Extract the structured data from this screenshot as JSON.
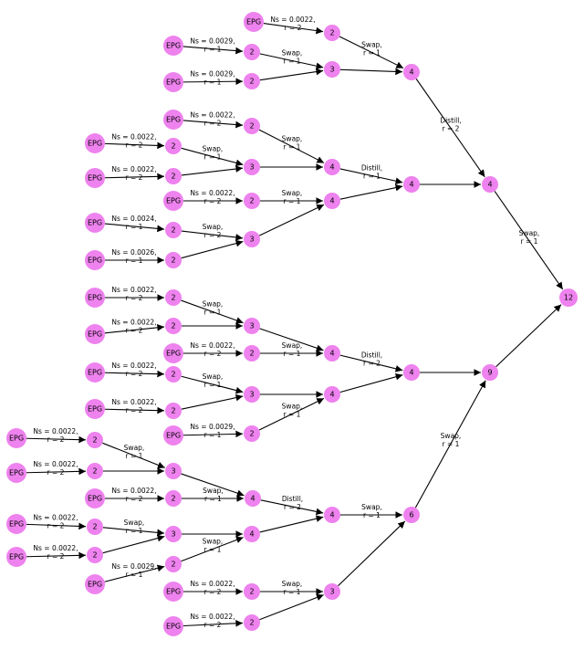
{
  "diagram": {
    "node_color": "#ee82ee",
    "nodes": [
      {
        "id": "e1",
        "label": "EPG"
      },
      {
        "id": "a1",
        "label": "2"
      },
      {
        "id": "e2",
        "label": "EPG"
      },
      {
        "id": "a2",
        "label": "2"
      },
      {
        "id": "e3",
        "label": "EPG"
      },
      {
        "id": "a3",
        "label": "2"
      },
      {
        "id": "b1",
        "label": "3"
      },
      {
        "id": "c1",
        "label": "4"
      },
      {
        "id": "e4",
        "label": "EPG"
      },
      {
        "id": "a4",
        "label": "2"
      },
      {
        "id": "e5",
        "label": "EPG"
      },
      {
        "id": "a5",
        "label": "2"
      },
      {
        "id": "e6",
        "label": "EPG"
      },
      {
        "id": "a6",
        "label": "2"
      },
      {
        "id": "b2",
        "label": "3"
      },
      {
        "id": "c2",
        "label": "4"
      },
      {
        "id": "e7",
        "label": "EPG"
      },
      {
        "id": "a7",
        "label": "2"
      },
      {
        "id": "e8",
        "label": "EPG"
      },
      {
        "id": "a8",
        "label": "2"
      },
      {
        "id": "e9",
        "label": "EPG"
      },
      {
        "id": "a9",
        "label": "2"
      },
      {
        "id": "b3",
        "label": "3"
      },
      {
        "id": "c3",
        "label": "4"
      },
      {
        "id": "d1",
        "label": "4"
      },
      {
        "id": "f1",
        "label": "4"
      },
      {
        "id": "e10",
        "label": "EPG"
      },
      {
        "id": "a10",
        "label": "2"
      },
      {
        "id": "e11",
        "label": "EPG"
      },
      {
        "id": "a11",
        "label": "2"
      },
      {
        "id": "b4",
        "label": "3"
      },
      {
        "id": "e12",
        "label": "EPG"
      },
      {
        "id": "a12",
        "label": "2"
      },
      {
        "id": "c4",
        "label": "4"
      },
      {
        "id": "e13",
        "label": "EPG"
      },
      {
        "id": "a13",
        "label": "2"
      },
      {
        "id": "e14",
        "label": "EPG"
      },
      {
        "id": "a14",
        "label": "2"
      },
      {
        "id": "b5",
        "label": "3"
      },
      {
        "id": "e15",
        "label": "EPG"
      },
      {
        "id": "a15",
        "label": "2"
      },
      {
        "id": "c5",
        "label": "4"
      },
      {
        "id": "d2",
        "label": "4"
      },
      {
        "id": "g2",
        "label": "9"
      },
      {
        "id": "e16",
        "label": "EPG"
      },
      {
        "id": "a16",
        "label": "2"
      },
      {
        "id": "e17",
        "label": "EPG"
      },
      {
        "id": "a17",
        "label": "2"
      },
      {
        "id": "b6",
        "label": "3"
      },
      {
        "id": "e18",
        "label": "EPG"
      },
      {
        "id": "a18",
        "label": "2"
      },
      {
        "id": "c6",
        "label": "4"
      },
      {
        "id": "e19",
        "label": "EPG"
      },
      {
        "id": "a19",
        "label": "2"
      },
      {
        "id": "e20",
        "label": "EPG"
      },
      {
        "id": "a20",
        "label": "2"
      },
      {
        "id": "b7",
        "label": "3"
      },
      {
        "id": "e21",
        "label": "EPG"
      },
      {
        "id": "a21",
        "label": "2"
      },
      {
        "id": "c7",
        "label": "4"
      },
      {
        "id": "d3",
        "label": "4"
      },
      {
        "id": "e22",
        "label": "EPG"
      },
      {
        "id": "a22",
        "label": "2"
      },
      {
        "id": "e23",
        "label": "EPG"
      },
      {
        "id": "a23",
        "label": "2"
      },
      {
        "id": "b8",
        "label": "3"
      },
      {
        "id": "g1",
        "label": "6"
      },
      {
        "id": "root",
        "label": "12"
      }
    ],
    "edges": [
      {
        "from": "e1",
        "to": "a1",
        "label": [
          "Ns = 0.0022,",
          "r = 2"
        ]
      },
      {
        "from": "e2",
        "to": "a2",
        "label": [
          "Ns = 0.0029,",
          "r = 1"
        ]
      },
      {
        "from": "e3",
        "to": "a3",
        "label": [
          "Ns = 0.0029,",
          "r = 1"
        ]
      },
      {
        "from": "a2",
        "to": "b1",
        "label": [
          "Swap,",
          "r = 1"
        ]
      },
      {
        "from": "a3",
        "to": "b1"
      },
      {
        "from": "a1",
        "to": "c1",
        "label": [
          "Swap,",
          "r = 1"
        ]
      },
      {
        "from": "b1",
        "to": "c1"
      },
      {
        "from": "e4",
        "to": "a4",
        "label": [
          "Ns = 0.0022,",
          "r = 2"
        ]
      },
      {
        "from": "e5",
        "to": "a5",
        "label": [
          "Ns = 0.0022,",
          "r = 2"
        ]
      },
      {
        "from": "e6",
        "to": "a6",
        "label": [
          "Ns = 0.0022,",
          "r = 2"
        ]
      },
      {
        "from": "a5",
        "to": "b2",
        "label": [
          "Swap,",
          "r = 1"
        ]
      },
      {
        "from": "a6",
        "to": "b2"
      },
      {
        "from": "a4",
        "to": "c2",
        "label": [
          "Swap,",
          "r = 1"
        ]
      },
      {
        "from": "b2",
        "to": "c2"
      },
      {
        "from": "e7",
        "to": "a7",
        "label": [
          "Ns = 0.0022,",
          "r = 2"
        ]
      },
      {
        "from": "e8",
        "to": "a8",
        "label": [
          "Ns = 0.0024,",
          "r = 1"
        ]
      },
      {
        "from": "e9",
        "to": "a9",
        "label": [
          "Ns = 0.0026,",
          "r = 1"
        ]
      },
      {
        "from": "a8",
        "to": "b3",
        "label": [
          "Swap,",
          "r = 2"
        ]
      },
      {
        "from": "a9",
        "to": "b3"
      },
      {
        "from": "a7",
        "to": "c3",
        "label": [
          "Swap,",
          "r = 1"
        ]
      },
      {
        "from": "b3",
        "to": "c3"
      },
      {
        "from": "c2",
        "to": "d1",
        "label": [
          "Distill,",
          "r = 1"
        ]
      },
      {
        "from": "c3",
        "to": "d1"
      },
      {
        "from": "d1",
        "to": "f1"
      },
      {
        "from": "c1",
        "to": "f1",
        "label": [
          "Distill,",
          "r = 2"
        ]
      },
      {
        "from": "e10",
        "to": "a10",
        "label": [
          "Ns = 0.0022,",
          "r = 2"
        ]
      },
      {
        "from": "e11",
        "to": "a11",
        "label": [
          "Ns = 0.0022,",
          "r = 2"
        ]
      },
      {
        "from": "a10",
        "to": "b4",
        "label": [
          "Swap,",
          "r = 1"
        ]
      },
      {
        "from": "a11",
        "to": "b4"
      },
      {
        "from": "e12",
        "to": "a12",
        "label": [
          "Ns = 0.0022,",
          "r = 2"
        ]
      },
      {
        "from": "a12",
        "to": "c4",
        "label": [
          "Swap,",
          "r = 1"
        ]
      },
      {
        "from": "b4",
        "to": "c4"
      },
      {
        "from": "e13",
        "to": "a13",
        "label": [
          "Ns = 0.0022,",
          "r = 2"
        ]
      },
      {
        "from": "e14",
        "to": "a14",
        "label": [
          "Ns = 0.0022,",
          "r = 2"
        ]
      },
      {
        "from": "a13",
        "to": "b5",
        "label": [
          "Swap,",
          "r = 1"
        ]
      },
      {
        "from": "a14",
        "to": "b5"
      },
      {
        "from": "e15",
        "to": "a15",
        "label": [
          "Ns = 0.0029,",
          "r = 1"
        ]
      },
      {
        "from": "a15",
        "to": "c5",
        "label": [
          "Swap,",
          "r = 1"
        ]
      },
      {
        "from": "b5",
        "to": "c5"
      },
      {
        "from": "c4",
        "to": "d2",
        "label": [
          "Distill,",
          "r = 2"
        ]
      },
      {
        "from": "c5",
        "to": "d2"
      },
      {
        "from": "d2",
        "to": "g2"
      },
      {
        "from": "e16",
        "to": "a16",
        "label": [
          "Ns = 0.0022,",
          "r = 2"
        ]
      },
      {
        "from": "e17",
        "to": "a17",
        "label": [
          "Ns = 0.0022,",
          "r = 2"
        ]
      },
      {
        "from": "a16",
        "to": "b6",
        "label": [
          "Swap,",
          "r = 1"
        ]
      },
      {
        "from": "a17",
        "to": "b6"
      },
      {
        "from": "e18",
        "to": "a18",
        "label": [
          "Ns = 0.0022,",
          "r = 2"
        ]
      },
      {
        "from": "a18",
        "to": "c6",
        "label": [
          "Swap,",
          "r = 1"
        ]
      },
      {
        "from": "b6",
        "to": "c6"
      },
      {
        "from": "e19",
        "to": "a19",
        "label": [
          "Ns = 0.0022,",
          "r = 2"
        ]
      },
      {
        "from": "e20",
        "to": "a20",
        "label": [
          "Ns = 0.0022,",
          "r = 2"
        ]
      },
      {
        "from": "a19",
        "to": "b7",
        "label": [
          "Swap,",
          "r = 1"
        ]
      },
      {
        "from": "a20",
        "to": "b7"
      },
      {
        "from": "e21",
        "to": "a21",
        "label": [
          "Ns = 0.0029,",
          "r = 1"
        ]
      },
      {
        "from": "a21",
        "to": "c7",
        "label": [
          "Swap,",
          "r = 1"
        ]
      },
      {
        "from": "b7",
        "to": "c7"
      },
      {
        "from": "c6",
        "to": "d3",
        "label": [
          "Distill,",
          "r = 2"
        ]
      },
      {
        "from": "c7",
        "to": "d3"
      },
      {
        "from": "e22",
        "to": "a22",
        "label": [
          "Ns = 0.0022,",
          "r = 2"
        ]
      },
      {
        "from": "e23",
        "to": "a23",
        "label": [
          "Ns = 0.0022,",
          "r = 2"
        ]
      },
      {
        "from": "a22",
        "to": "b8",
        "label": [
          "Swap,",
          "r = 1"
        ]
      },
      {
        "from": "a23",
        "to": "b8"
      },
      {
        "from": "d3",
        "to": "g1",
        "label": [
          "Swap,",
          "r = 1"
        ]
      },
      {
        "from": "b8",
        "to": "g1"
      },
      {
        "from": "g1",
        "to": "g2",
        "label": [
          "Swap,",
          "r = 1"
        ]
      },
      {
        "from": "f1",
        "to": "root",
        "label": [
          "Swap,",
          "r = 1"
        ]
      },
      {
        "from": "g2",
        "to": "root"
      }
    ]
  }
}
